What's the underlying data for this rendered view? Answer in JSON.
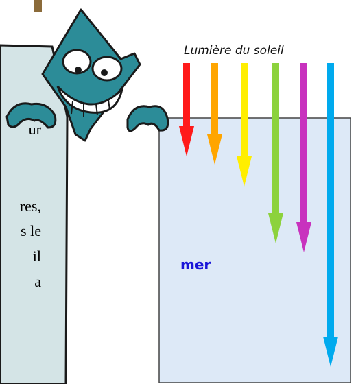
{
  "diagram": {
    "sun_label": "Lumière du soleil",
    "sea_label": "mer",
    "panel_text_fragments": [
      "ur",
      "res,",
      "s le",
      "il",
      "a"
    ],
    "rays": [
      {
        "color": "#ff1a1a"
      },
      {
        "color": "#ffa500"
      },
      {
        "color": "#ffee00"
      },
      {
        "color": "#8cd23c"
      },
      {
        "color": "#c832be"
      },
      {
        "color": "#00aaee"
      }
    ],
    "colors": {
      "sea_fill": "#dde9f7",
      "panel_fill": "#d4e4e6",
      "mascot_fill": "#2c8c98",
      "outline": "#1a1a1a"
    }
  }
}
